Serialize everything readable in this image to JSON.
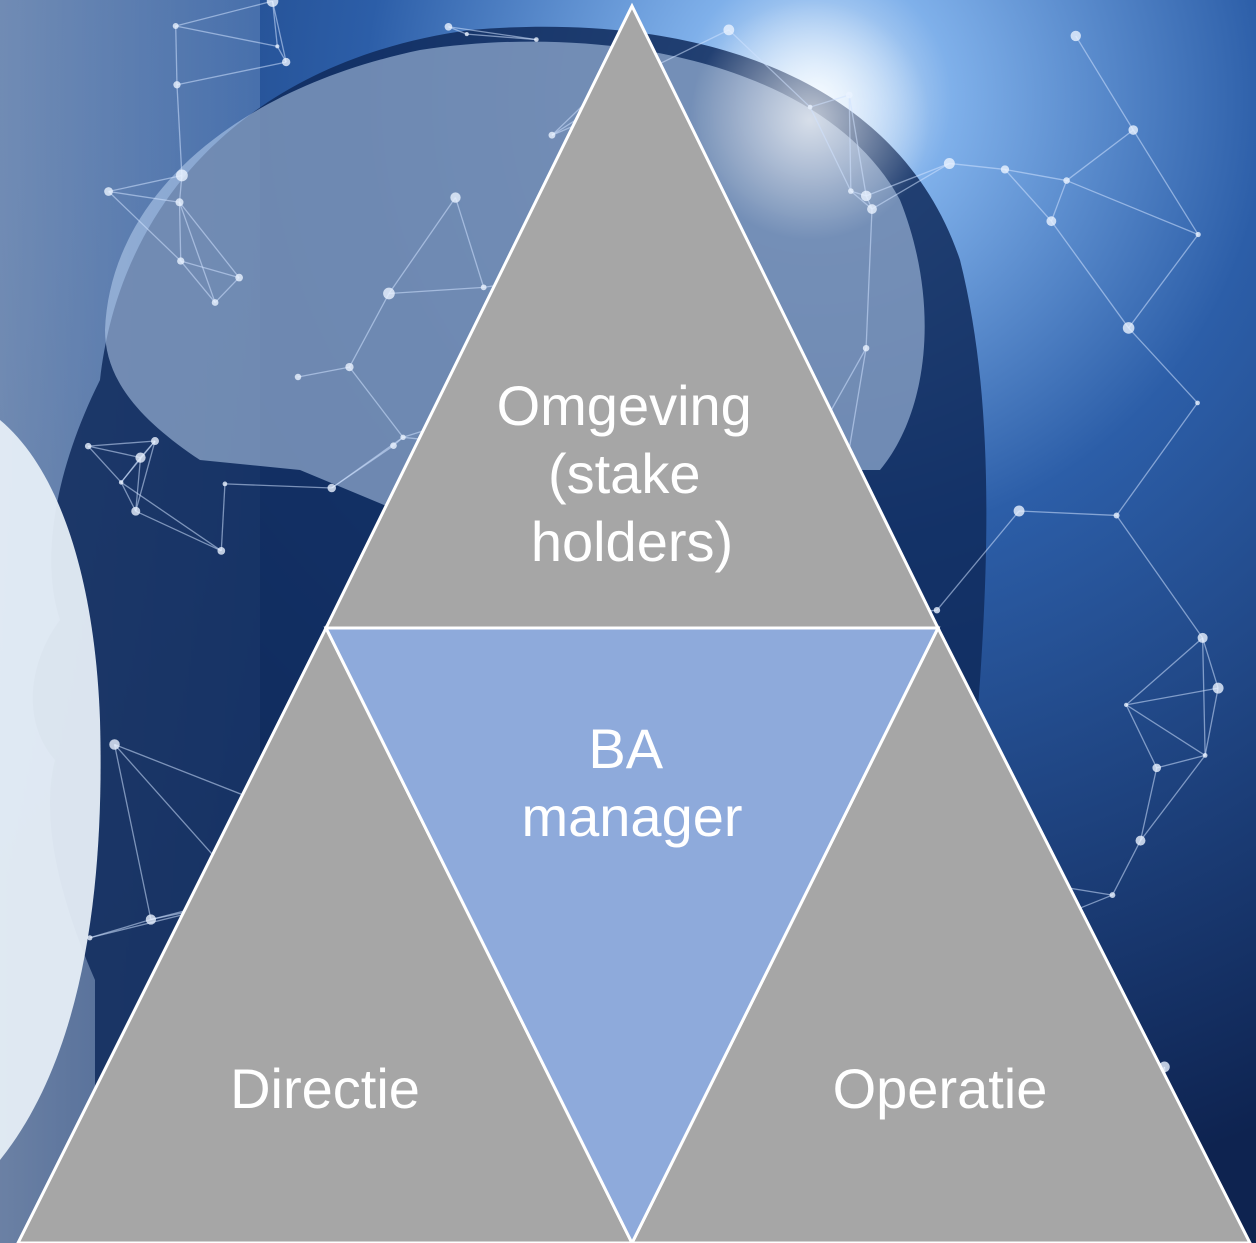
{
  "diagram": {
    "top": {
      "lines": [
        "Omgeving",
        "(stake",
        "holders)"
      ]
    },
    "center": {
      "lines": [
        "BA",
        "manager"
      ]
    },
    "left": {
      "lines": [
        "Directie"
      ]
    },
    "right": {
      "lines": [
        "Operatie"
      ]
    }
  },
  "colors": {
    "outer_triangles": "#a6a6a6",
    "center_triangle": "#8eaadb",
    "edges": "#ffffff",
    "text": "#ffffff"
  }
}
